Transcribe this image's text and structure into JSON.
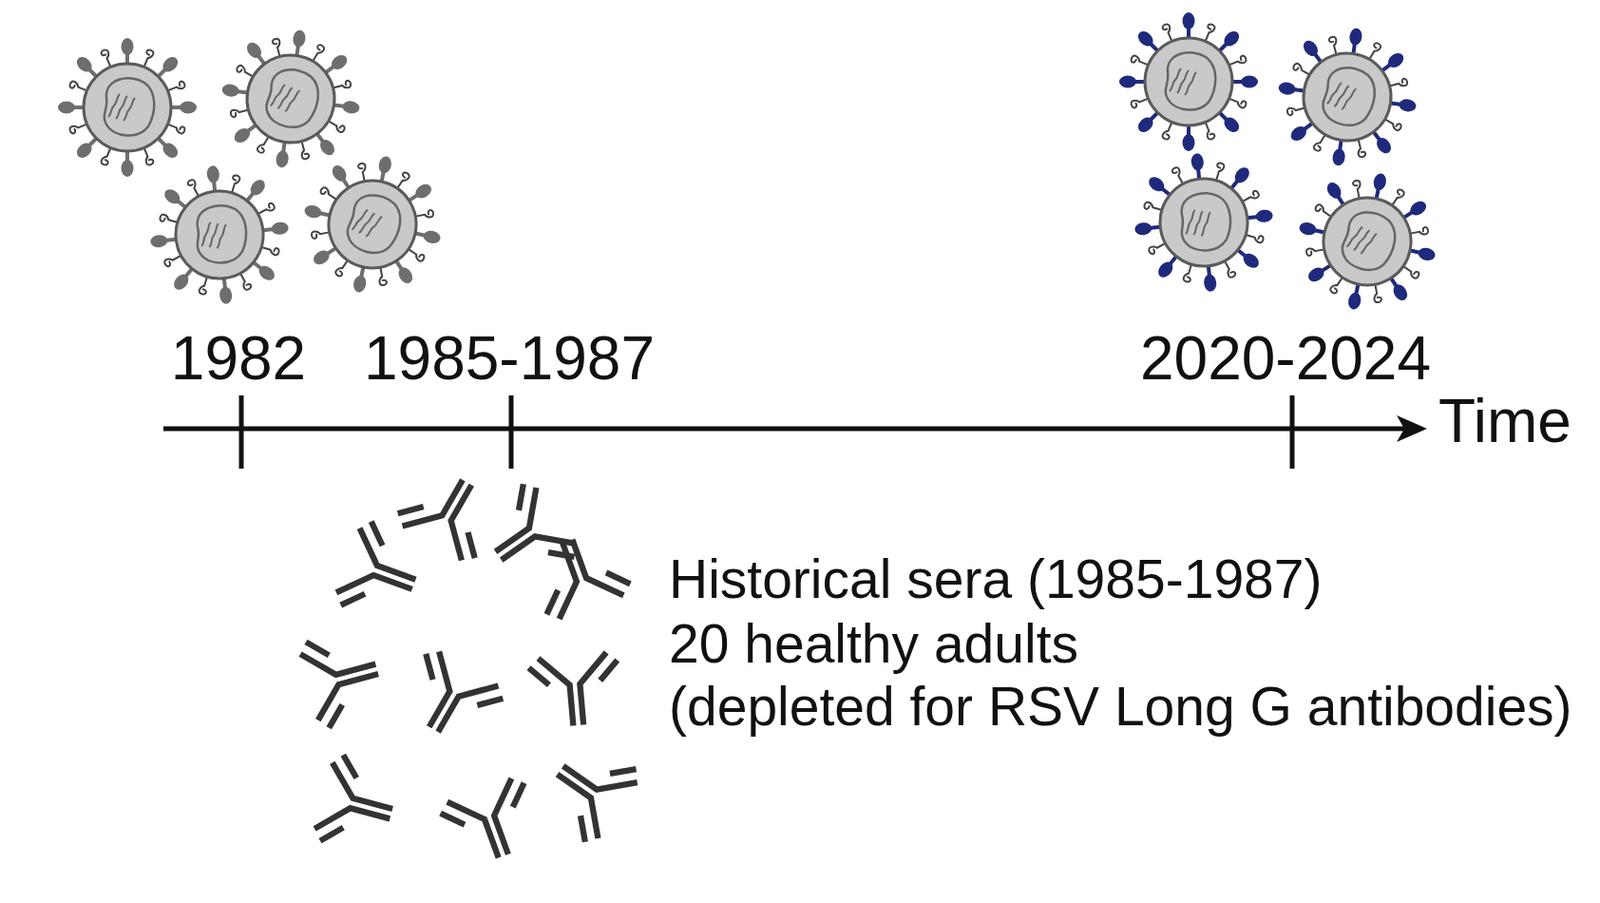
{
  "diagram": {
    "labels": [
      "1982",
      "1985-1987",
      "2020-2024",
      "Time",
      "Historical sera (1985-1987)",
      "20 healthy adults",
      "(depleted for RSV Long G antibodies)"
    ]
  }
}
